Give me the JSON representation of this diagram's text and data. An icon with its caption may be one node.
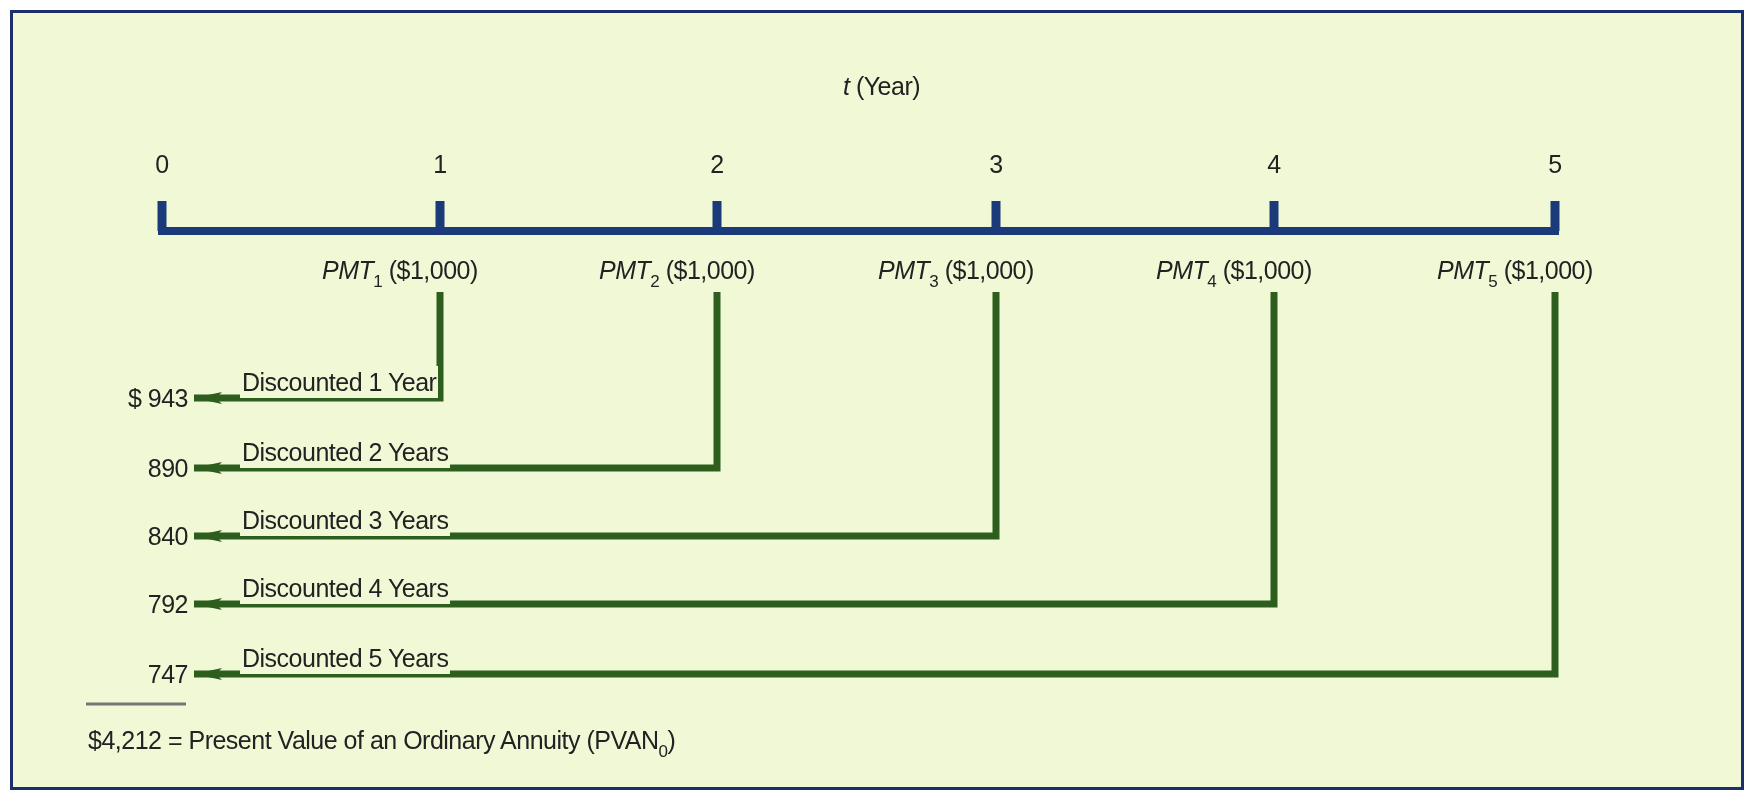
{
  "diagram": {
    "nodes": [
      {
        "text": [
          "*PMT*$_{1}$ ($1,000)"
        ]
      },
      {
        "text": [
          "*PMT*$_{2}$ ($1,000)"
        ]
      },
      {
        "text": [
          "*PMT*$_{3}$ ($1,000)"
        ]
      },
      {
        "text": [
          "*PMT*$_{4}$ ($1,000)"
        ]
      },
      {
        "text": [
          "*PMT*$_{5}$ ($1,000)"
        ]
      },
      {
        "text": [
          "$ 943"
        ]
      },
      {
        "text": [
          "890"
        ]
      },
      {
        "text": [
          "840"
        ]
      },
      {
        "text": [
          "792"
        ]
      },
      {
        "text": [
          "747"
        ]
      }
    ],
    "edges": [
      {
        "from": 0,
        "to": 5,
        "arrow": "to",
        "label": "Discounted 1 Year"
      },
      {
        "from": 1,
        "to": 6,
        "arrow": "to",
        "label": "Discounted 2 Years"
      },
      {
        "from": 2,
        "to": 7,
        "arrow": "to",
        "label": "Discounted 3 Years"
      },
      {
        "from": 3,
        "to": 8,
        "arrow": "to",
        "label": "Discounted 4 Years"
      },
      {
        "from": 4,
        "to": 9,
        "arrow": "to",
        "label": "Discounted 5 Years"
      }
    ],
    "labels": [
      "*t* (Year)",
      "0",
      "1",
      "2",
      "3",
      "4",
      "5",
      "$4,212 = Present Value of an Ordinary Annuity (PVAN$_{0}$)"
    ]
  }
}
